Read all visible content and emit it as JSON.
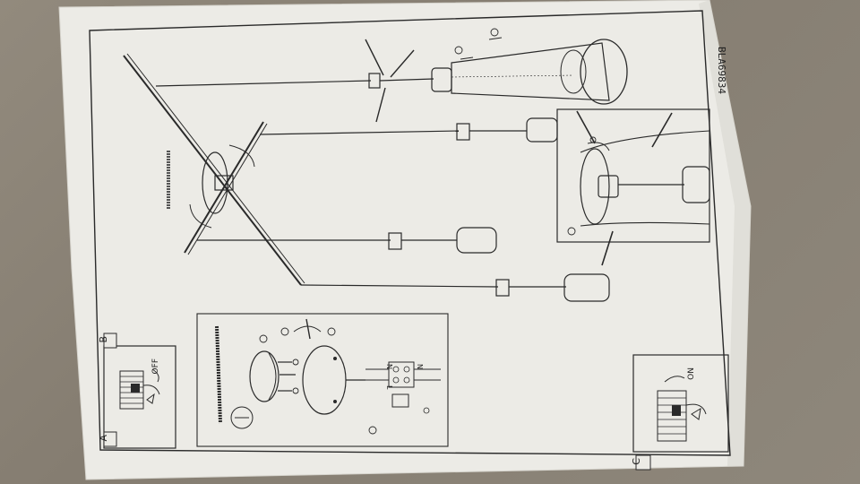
{
  "document": {
    "code": "BLA69834",
    "panel_a": {
      "letter": "A",
      "switch_label": "OFF"
    },
    "panel_b": {
      "letter": "B"
    },
    "panel_c": {
      "letter": "C",
      "switch_label": "ON"
    },
    "wiring": {
      "terminal_left": "N",
      "terminal_right": "N",
      "earth": "L"
    }
  },
  "colors": {
    "paper": "#ecebe6",
    "ink": "#2a2a2a",
    "background": "#8a8276"
  }
}
